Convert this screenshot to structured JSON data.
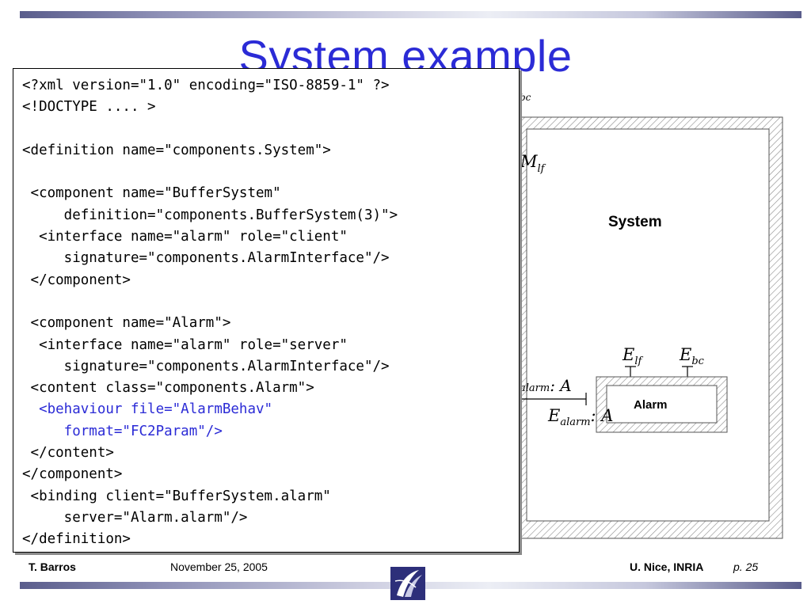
{
  "slide": {
    "title": "System example",
    "code_lines": [
      "<?xml version=\"1.0\" encoding=\"ISO-8859-1\" ?>",
      "<!DOCTYPE .... >",
      "",
      "<definition name=\"components.System\">",
      "",
      " <component name=\"BufferSystem\"",
      "     definition=\"components.BufferSystem(3)\">",
      "  <interface name=\"alarm\" role=\"client\"",
      "     signature=\"components.AlarmInterface\"/>",
      " </component>",
      "",
      " <component name=\"Alarm\">",
      "  <interface name=\"alarm\" role=\"server\"",
      "     signature=\"components.AlarmInterface\"/>",
      " <content class=\"components.Alarm\">",
      "  <behaviour file=\"AlarmBehav\"",
      "     format=\"FC2Param\"/>",
      " </content>",
      "</component>",
      " <binding client=\"BufferSystem.alarm\"",
      "     server=\"Alarm.alarm\"/>",
      "</definition>"
    ],
    "highlight_lines": [
      15,
      16
    ],
    "highlight_color": "#2b2bd6"
  },
  "diagram": {
    "system_label": "System",
    "alarm_label": "Alarm",
    "m_lf": "M",
    "m_lf_sub": "lf",
    "bc_fragment": "bc",
    "e_lf": "E",
    "e_lf_sub": "lf",
    "e_bc": "E",
    "e_bc_sub": "bc",
    "alarm_left": "alarm",
    "alarm_left_type": ": A",
    "e_alarm": "E",
    "e_alarm_sub": "alarm",
    "e_alarm_type": ": A"
  },
  "footer": {
    "author": "T. Barros",
    "date": "November 25, 2005",
    "org": "U. Nice, INRIA",
    "page": "p. 25"
  },
  "colors": {
    "title": "#2b2bd6",
    "bars": "#5a5d8c"
  }
}
